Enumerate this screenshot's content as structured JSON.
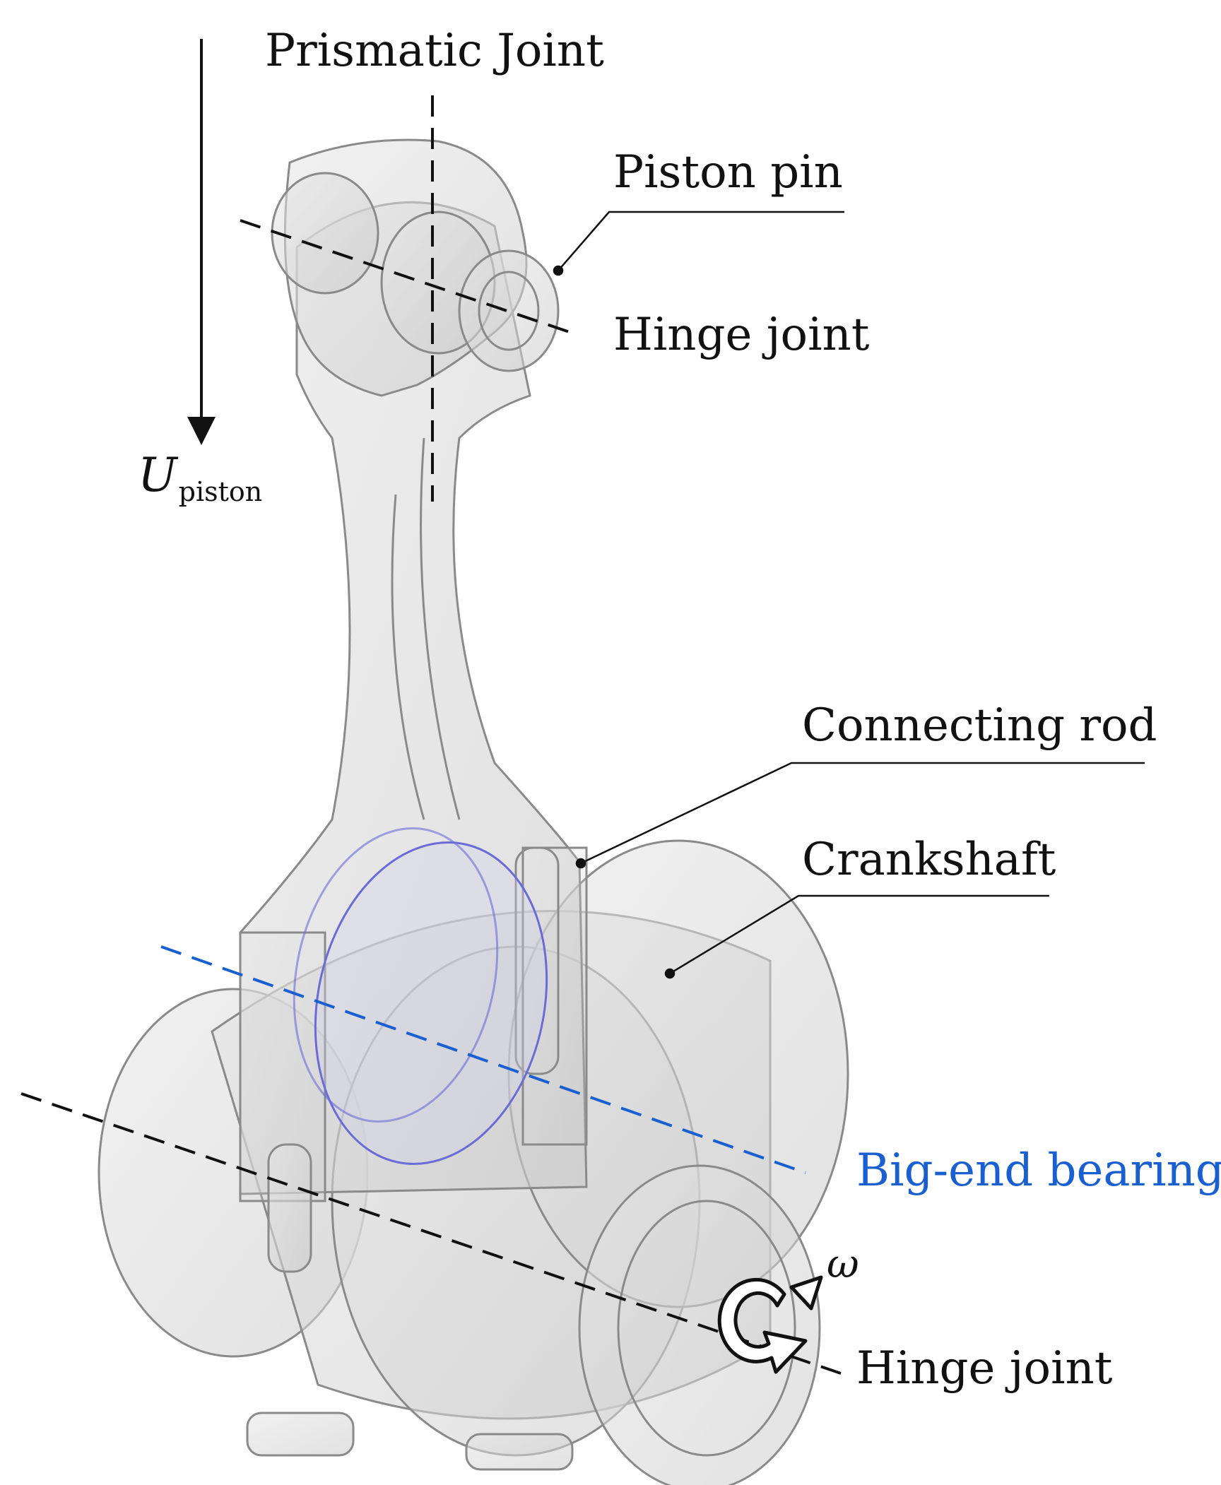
{
  "labels": {
    "prismatic_joint": "Prismatic Joint",
    "piston_pin": "Piston pin",
    "hinge_joint_top": "Hinge joint",
    "connecting_rod": "Connecting rod",
    "crankshaft": "Crankshaft",
    "big_end_bearing": "Big-end bearing",
    "hinge_joint_bottom": "Hinge joint",
    "u_piston_main": "U",
    "u_piston_sub": "piston",
    "omega": "ω"
  },
  "colors": {
    "ink": "#111111",
    "bearing_axis": "#1a5fd0",
    "bearing_ring": "#6b6bd8",
    "part_fill": "#d9d9d9",
    "part_edge": "#8a8a8a"
  }
}
